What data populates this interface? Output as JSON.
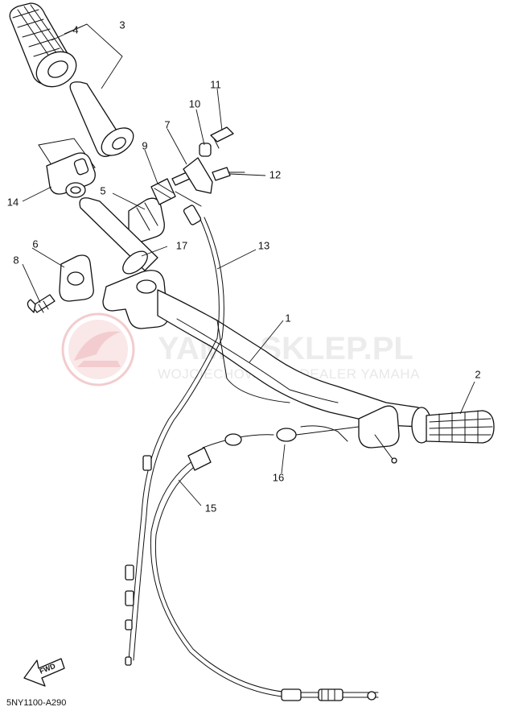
{
  "diagram": {
    "part_number": "5NY1100-A290",
    "fwd_label": "FWD",
    "watermark": {
      "title": "YAMA-SKLEP.PL",
      "subtitle": "WOJCIECHOWSCY | DEALER YAMAHA",
      "logo_color": "#e9a3a7"
    },
    "callouts": [
      "1",
      "2",
      "3",
      "4",
      "5",
      "6",
      "7",
      "8",
      "9",
      "10",
      "11",
      "12",
      "13",
      "14",
      "15",
      "16",
      "17"
    ]
  }
}
